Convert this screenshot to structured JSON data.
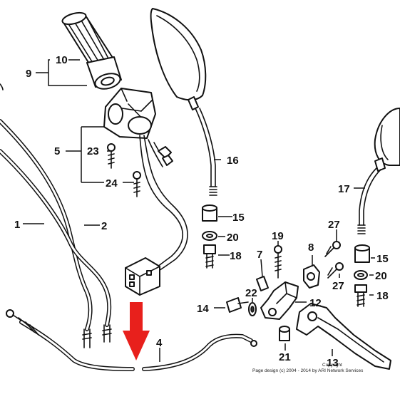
{
  "diagram": {
    "callouts": [
      {
        "id": "c-9",
        "text": "9"
      },
      {
        "id": "c-10",
        "text": "10"
      },
      {
        "id": "c-5",
        "text": "5"
      },
      {
        "id": "c-23",
        "text": "23"
      },
      {
        "id": "c-24",
        "text": "24"
      },
      {
        "id": "c-16",
        "text": "16"
      },
      {
        "id": "c-17",
        "text": "17"
      },
      {
        "id": "c-1",
        "text": "1"
      },
      {
        "id": "c-2",
        "text": "2"
      },
      {
        "id": "c-15a",
        "text": "15"
      },
      {
        "id": "c-20a",
        "text": "20"
      },
      {
        "id": "c-18a",
        "text": "18"
      },
      {
        "id": "c-19",
        "text": "19"
      },
      {
        "id": "c-27a",
        "text": "27"
      },
      {
        "id": "c-7",
        "text": "7"
      },
      {
        "id": "c-8",
        "text": "8"
      },
      {
        "id": "c-15b",
        "text": "15"
      },
      {
        "id": "c-20b",
        "text": "20"
      },
      {
        "id": "c-27b",
        "text": "27"
      },
      {
        "id": "c-18b",
        "text": "18"
      },
      {
        "id": "c-22",
        "text": "22"
      },
      {
        "id": "c-12",
        "text": "12"
      },
      {
        "id": "c-14",
        "text": "14"
      },
      {
        "id": "c-4",
        "text": "4"
      },
      {
        "id": "c-21",
        "text": "21"
      },
      {
        "id": "c-13",
        "text": "13"
      }
    ],
    "copyright": {
      "line1": "Copyright",
      "line2": "Page design (c) 2004 - 2014 by ARI Network Services"
    },
    "highlight_arrow_color": "#e8201c"
  }
}
